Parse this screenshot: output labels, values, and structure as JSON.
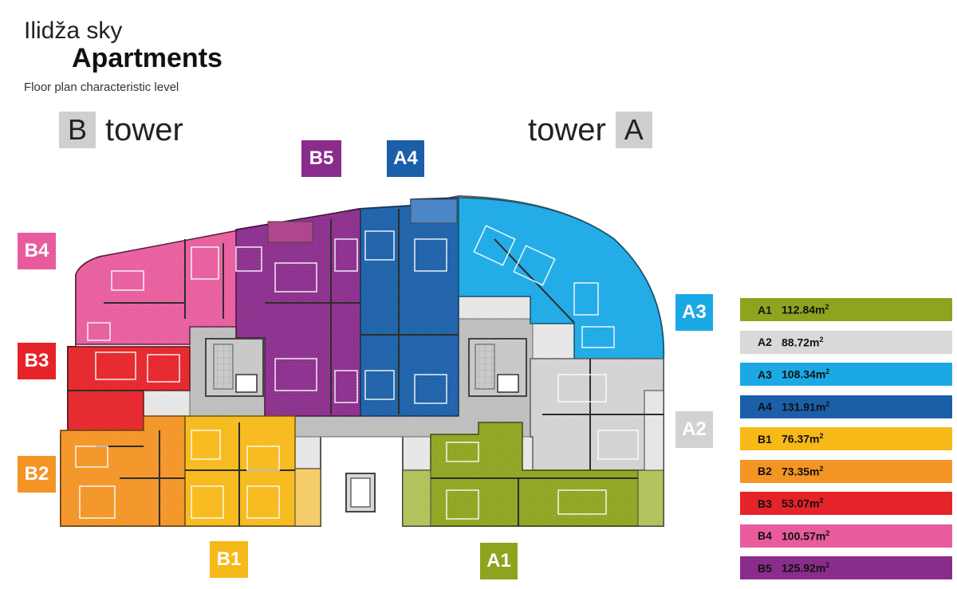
{
  "header": {
    "line1": "Ilidža sky",
    "line2": "Apartments",
    "line3": "Floor plan characteristic level"
  },
  "towers": {
    "b": {
      "letter": "B",
      "word": "tower"
    },
    "a": {
      "letter": "A",
      "word": "tower"
    }
  },
  "units": {
    "A1": {
      "label": "A1",
      "color": "#8fa31e"
    },
    "A2": {
      "label": "A2",
      "color": "#d2d2d2"
    },
    "A3": {
      "label": "A3",
      "color": "#1ba9e6"
    },
    "A4": {
      "label": "A4",
      "color": "#1a5fa8"
    },
    "B1": {
      "label": "B1",
      "color": "#f7b918"
    },
    "B2": {
      "label": "B2",
      "color": "#f39424"
    },
    "B3": {
      "label": "B3",
      "color": "#e52329"
    },
    "B4": {
      "label": "B4",
      "color": "#e85c9d"
    },
    "B5": {
      "label": "B5",
      "color": "#8a2c8b"
    }
  },
  "legend": [
    {
      "code": "A1",
      "area": "112.84m",
      "unit_sup": "2",
      "color": "#8fa31e",
      "text_color": "#111111"
    },
    {
      "code": "A2",
      "area": "88.72m",
      "unit_sup": "2",
      "color": "#d9d9d9",
      "text_color": "#111111"
    },
    {
      "code": "A3",
      "area": "108.34m",
      "unit_sup": "2",
      "color": "#1ba9e6",
      "text_color": "#111111"
    },
    {
      "code": "A4",
      "area": "131.91m",
      "unit_sup": "2",
      "color": "#1a5fa8",
      "text_color": "#111111"
    },
    {
      "code": "B1",
      "area": "76.37m",
      "unit_sup": "2",
      "color": "#f7b918",
      "text_color": "#111111"
    },
    {
      "code": "B2",
      "area": "73.35m",
      "unit_sup": "2",
      "color": "#f39424",
      "text_color": "#111111"
    },
    {
      "code": "B3",
      "area": "53.07m",
      "unit_sup": "2",
      "color": "#e52329",
      "text_color": "#111111"
    },
    {
      "code": "B4",
      "area": "100.57m",
      "unit_sup": "2",
      "color": "#e85c9d",
      "text_color": "#111111"
    },
    {
      "code": "B5",
      "area": "125.92m",
      "unit_sup": "2",
      "color": "#8a2c8b",
      "text_color": "#111111"
    }
  ]
}
